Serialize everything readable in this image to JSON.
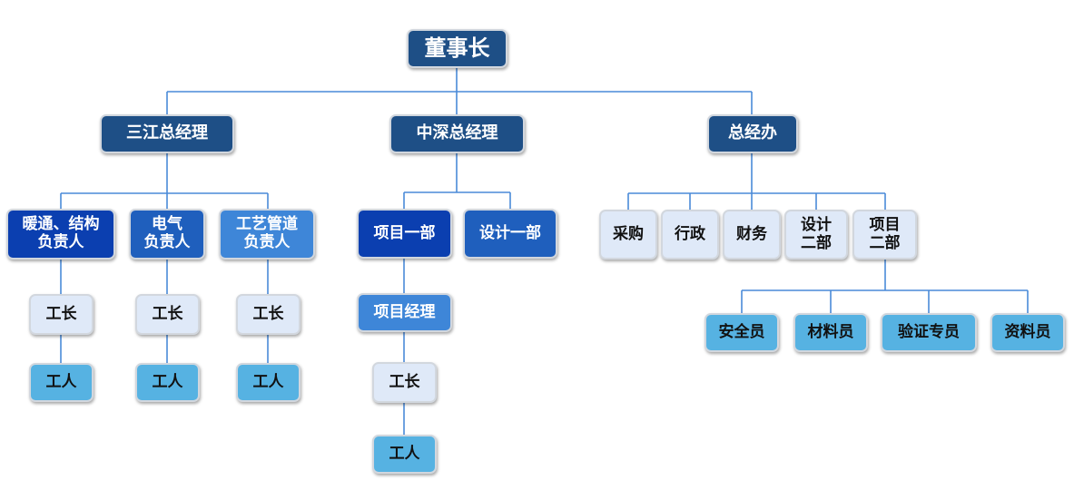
{
  "nodes": {
    "chairman": "董事长",
    "sanjiang_gm": "三江总经理",
    "zhongshen_gm": "中深总经理",
    "general_office": "总经办",
    "hvac_structure": "暖通、结构\n负责人",
    "electrical": "电气\n负责人",
    "process_piping": "工艺管道\n负责人",
    "project_dept_1": "项目一部",
    "design_dept_1": "设计一部",
    "purchasing": "采购",
    "administration": "行政",
    "finance": "财务",
    "design_dept_2": "设计\n二部",
    "project_dept_2": "项目\n二部",
    "foreman_1": "工长",
    "foreman_2": "工长",
    "foreman_3": "工长",
    "project_manager": "项目经理",
    "foreman_4": "工长",
    "worker_1": "工人",
    "worker_2": "工人",
    "worker_3": "工人",
    "worker_4": "工人",
    "safety_officer": "安全员",
    "materials_officer": "材料员",
    "verification_specialist": "验证专员",
    "documentation_officer": "资料员"
  },
  "colors": {
    "navy": "#1e4f86",
    "royal_blue": "#0b3fb0",
    "medium_blue": "#1f5fbd",
    "sky_blue": "#3e86d8",
    "pale_blue": "#dfe9f8",
    "cyan": "#56b2e2",
    "connector": "#4a8ad8"
  }
}
